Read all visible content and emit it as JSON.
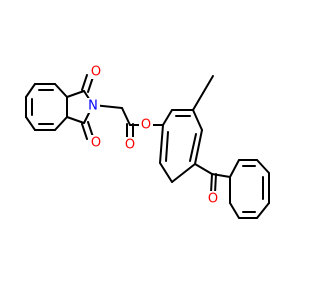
{
  "molecule": {
    "atoms": {
      "o_top": {
        "symbol": "O",
        "color": "#ff0000"
      },
      "n_imide": {
        "symbol": "N",
        "color": "#0000ff"
      },
      "o_bottom": {
        "symbol": "O",
        "color": "#ff0000"
      },
      "o_ester_carbonyl": {
        "symbol": "O",
        "color": "#ff0000"
      },
      "o_ester": {
        "symbol": "O",
        "color": "#ff0000"
      },
      "o_ketone": {
        "symbol": "O",
        "color": "#ff0000"
      }
    }
  }
}
